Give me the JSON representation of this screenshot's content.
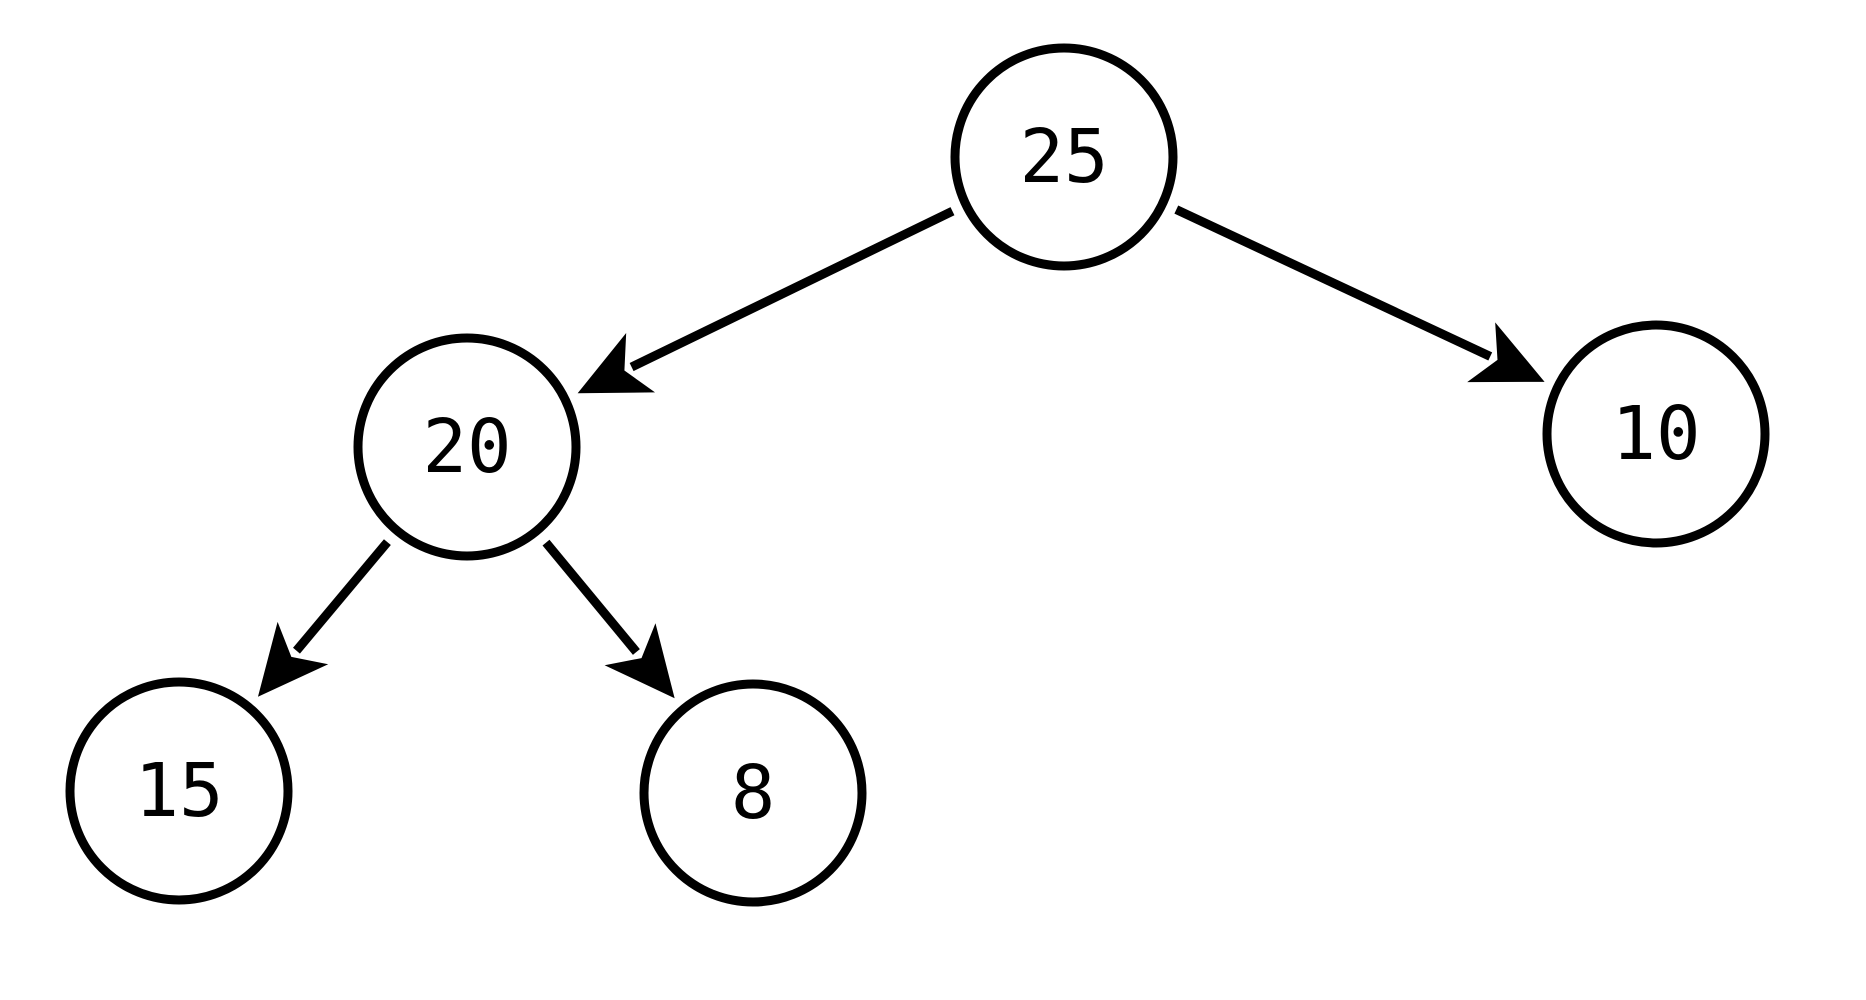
{
  "diagram": {
    "type": "binary-tree",
    "nodes": [
      {
        "id": "n25",
        "label": "25"
      },
      {
        "id": "n20",
        "label": "20"
      },
      {
        "id": "n10",
        "label": "10"
      },
      {
        "id": "n15",
        "label": "15"
      },
      {
        "id": "n8",
        "label": "8"
      }
    ],
    "edges": [
      {
        "from": "n25",
        "to": "n20"
      },
      {
        "from": "n25",
        "to": "n10"
      },
      {
        "from": "n20",
        "to": "n15"
      },
      {
        "from": "n20",
        "to": "n8"
      }
    ],
    "colors": {
      "stroke": "#000000",
      "background": "#ffffff"
    }
  }
}
